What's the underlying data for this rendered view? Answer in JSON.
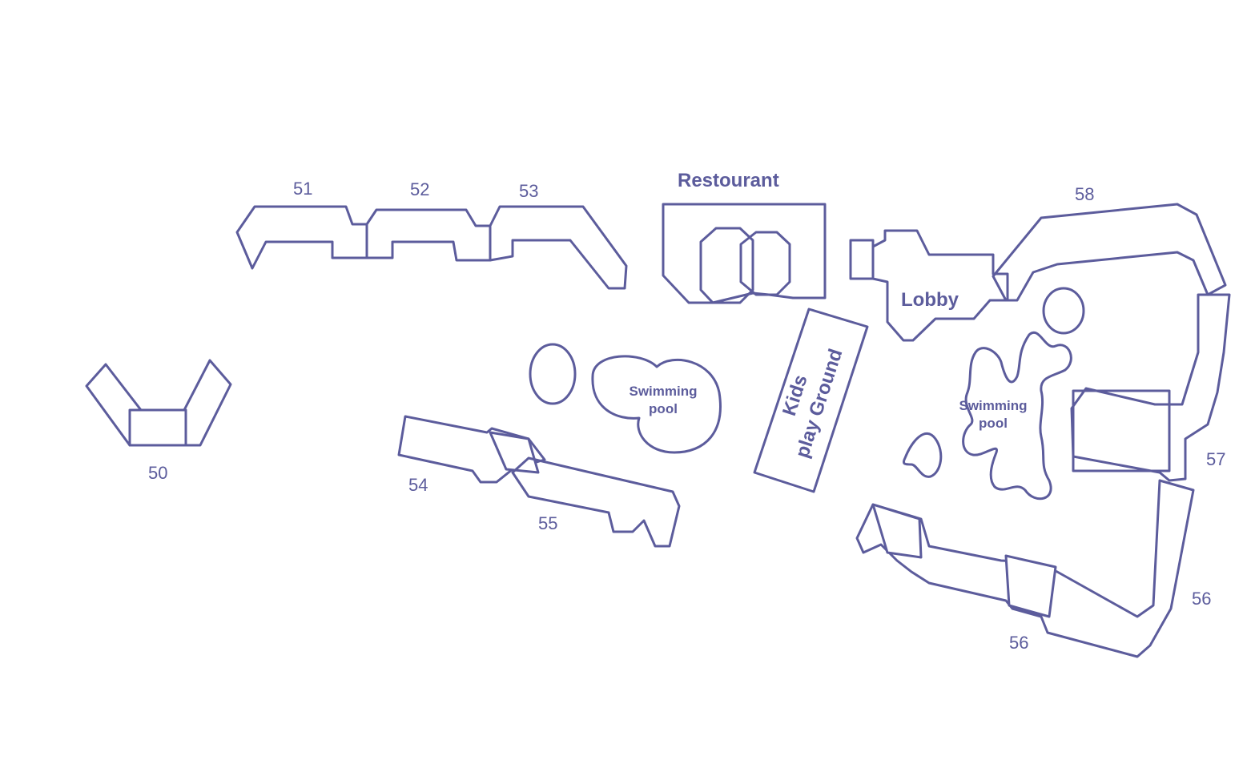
{
  "colors": {
    "ink": "#5c5c9c",
    "paper": "#ffffff"
  },
  "labels": {
    "restaurant": "Restourant",
    "lobby": "Lobby",
    "kids_line1": "Kids",
    "kids_line2": "play Ground",
    "pool_left_line1": "Swimming",
    "pool_left_line2": "pool",
    "pool_right_line1": "Swimming",
    "pool_right_line2": "pool"
  },
  "buildings": [
    "50",
    "51",
    "52",
    "53",
    "54",
    "55",
    "56",
    "56",
    "57",
    "58"
  ]
}
